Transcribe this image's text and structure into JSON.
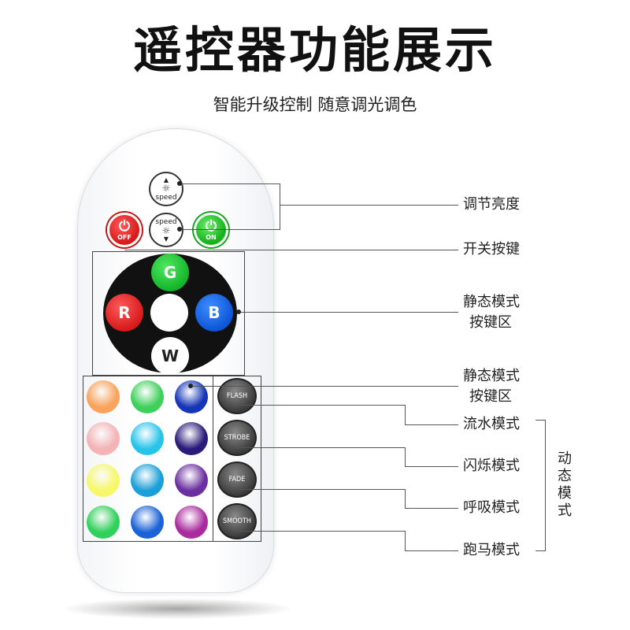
{
  "title": "遥控器功能展示",
  "subtitle": "智能升级控制 随意调光调色",
  "remote": {
    "speed_top": {
      "icon": "☼",
      "label": "speed"
    },
    "speed_bottom": {
      "icon": "☼",
      "label": "speed"
    },
    "off_button": {
      "icon": "⏻",
      "label": "OFF"
    },
    "on_button": {
      "icon": "⏻",
      "label": "ON"
    },
    "static_buttons": {
      "g": "G",
      "r": "R",
      "b": "B",
      "w": "W"
    },
    "color_buttons": [
      "#f9a35c",
      "#3ed05a",
      "#1636b8",
      "#f4b3b6",
      "#27c4ea",
      "#2a1a7a",
      "#f7f76a",
      "#1a9fd8",
      "#6b2fa0",
      "#2fd15a",
      "#1a62d8",
      "#a92b9e"
    ],
    "mode_buttons": [
      "FLASH",
      "STROBE",
      "FADE",
      "SMOOTH"
    ]
  },
  "labels": {
    "brightness": "调节亮度",
    "power": "开关按键",
    "static_1_line1": "静态模式",
    "static_1_line2": "按键区",
    "static_2_line1": "静态模式",
    "static_2_line2": "按键区",
    "flow": "流水模式",
    "flash": "闪烁模式",
    "breath": "呼吸模式",
    "run": "跑马模式",
    "dynamic": "动态模式"
  }
}
